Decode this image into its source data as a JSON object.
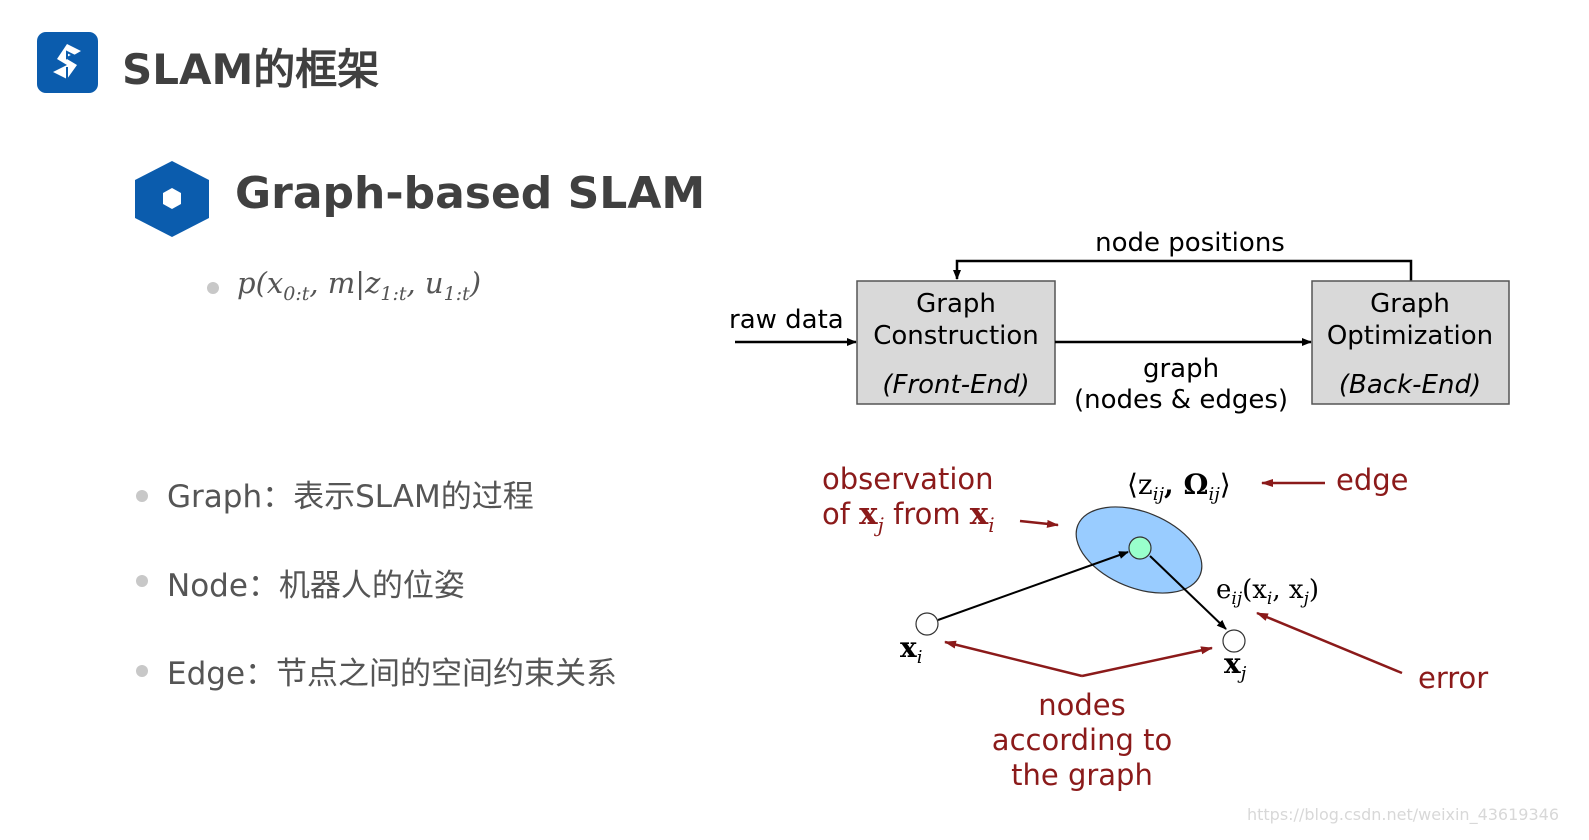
{
  "header": {
    "title": "SLAM的框架"
  },
  "section": {
    "title": "Graph-based SLAM",
    "formula": [
      "p(x",
      "0:t",
      ", m|z",
      "1:t",
      ", u",
      "1:t",
      ")"
    ]
  },
  "bullets": [
    {
      "label": "Graph：表示SLAM的过程"
    },
    {
      "label": "Node：机器人的位姿"
    },
    {
      "label": "Edge：节点之间的空间约束关系"
    }
  ],
  "pipeline": {
    "feedback_label": "node positions",
    "input_label": "raw data",
    "front_end": {
      "line1": "Graph",
      "line2": "Construction",
      "line3": "(Front-End)"
    },
    "back_end": {
      "line1": "Graph",
      "line2": "Optimization",
      "line3": "(Back-End)"
    },
    "link_label1": "graph",
    "link_label2": "(nodes & edges)"
  },
  "graph_diagram": {
    "observation": {
      "line1": "observation",
      "of": "of ",
      "x1": "x",
      "sub1": "j",
      "from": " from ",
      "x2": "x",
      "sub2": "i"
    },
    "edge_math": [
      "⟨z",
      "ij",
      ", Ω",
      "ij",
      "⟩"
    ],
    "edge_label": "edge",
    "error_math": [
      "e",
      "ij",
      "(x",
      "i",
      ", x",
      "j",
      ")"
    ],
    "error_label": "error",
    "xi": [
      "x",
      "i"
    ],
    "xj": [
      "x",
      "j"
    ],
    "nodes_label": [
      "nodes",
      "according to",
      "the graph"
    ]
  },
  "watermark": "https://blog.csdn.net/weixin_43619346",
  "colors": {
    "brand": "#0b5cad",
    "annotation": "#8b1a1a",
    "ellipse": "#99ccff",
    "node_obs": "#99ffcc"
  }
}
